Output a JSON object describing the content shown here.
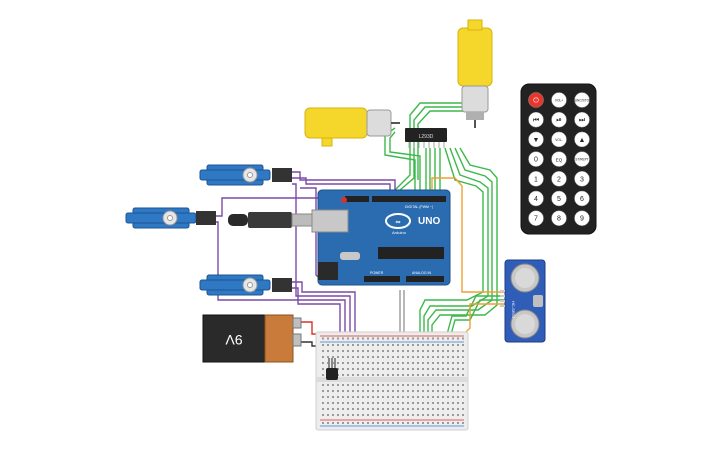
{
  "arduino": {
    "model": "UNO",
    "brand": "Arduino",
    "label_digital": "DIGITAL (PWM ~)",
    "label_power": "POWER",
    "label_analog": "ANALOG IN"
  },
  "battery": {
    "label": "9V"
  },
  "driver_chip": {
    "label": "L293D"
  },
  "sensor": {
    "label": "HC-SR04"
  },
  "remote": {
    "buttons": [
      {
        "id": "power",
        "label": "⏻",
        "shape": "round",
        "color": "#e8362c"
      },
      {
        "id": "vol_plus",
        "label": "VOL+",
        "shape": "oval"
      },
      {
        "id": "func_stop",
        "label": "FUNC/STOP",
        "shape": "round"
      },
      {
        "id": "prev",
        "label": "⏮",
        "shape": "round"
      },
      {
        "id": "play",
        "label": "⏯",
        "shape": "round"
      },
      {
        "id": "next",
        "label": "⏭",
        "shape": "round"
      },
      {
        "id": "down",
        "label": "▼",
        "shape": "round"
      },
      {
        "id": "vol_minus",
        "label": "VOL-",
        "shape": "oval"
      },
      {
        "id": "up",
        "label": "▲",
        "shape": "round"
      },
      {
        "id": "n0",
        "label": "0",
        "shape": "round"
      },
      {
        "id": "eq",
        "label": "EQ",
        "shape": "round"
      },
      {
        "id": "st_rept",
        "label": "ST/REPT",
        "shape": "round"
      },
      {
        "id": "n1",
        "label": "1",
        "shape": "round"
      },
      {
        "id": "n2",
        "label": "2",
        "shape": "round"
      },
      {
        "id": "n3",
        "label": "3",
        "shape": "round"
      },
      {
        "id": "n4",
        "label": "4",
        "shape": "round"
      },
      {
        "id": "n5",
        "label": "5",
        "shape": "round"
      },
      {
        "id": "n6",
        "label": "6",
        "shape": "round"
      },
      {
        "id": "n7",
        "label": "7",
        "shape": "round"
      },
      {
        "id": "n8",
        "label": "8",
        "shape": "round"
      },
      {
        "id": "n9",
        "label": "9",
        "shape": "round"
      }
    ]
  },
  "colors": {
    "board": "#2b6cb0",
    "motor": "#f5d62a",
    "servo": "#2f78c4",
    "wire_green": "#3cb84a",
    "wire_purple": "#7b4aa8",
    "wire_orange": "#f0a030",
    "wire_red": "#d9302c",
    "wire_black": "#333333",
    "breadboard": "#ededed",
    "remote_body": "#222222"
  }
}
